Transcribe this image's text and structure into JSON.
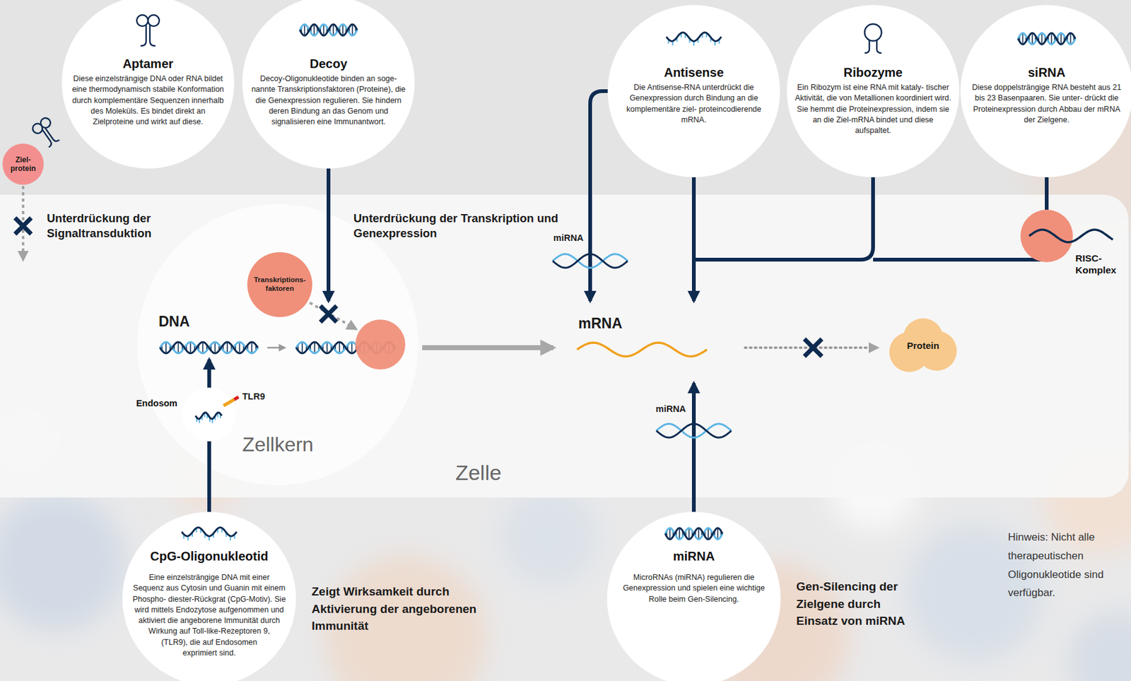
{
  "diagram": {
    "nodes": [
      {
        "text": [
          "Aptamer",
          "Diese einzelsträngige DNA oder RNA bildet eine thermodynamisch stabile Konformation durch komplementäre Sequenzen innerhalb des Moleküls. Es bindet direkt an Zielproteine und wirkt auf diese."
        ]
      },
      {
        "text": [
          "Decoy",
          "Decoy-Oligonukleotide binden an soge- nannte Transkriptionsfaktoren (Proteine), die die Genexpression regulieren. Sie hindern deren Bindung an das Genom und signalisieren eine Immunantwort."
        ]
      },
      {
        "text": [
          "Antisense",
          "Die Antisense-RNA unterdrückt die Genexpression durch Bindung an die komplementäre ziel- proteincodierende mRNA."
        ]
      },
      {
        "text": [
          "Ribozyme",
          "Ein Ribozym ist eine RNA mit kataly- tischer Aktivität, die von Metallionen koordiniert wird. Sie hemmt die Proteinexpression, indem sie an die Ziel-mRNA bindet und diese aufspaltet."
        ]
      },
      {
        "text": [
          "siRNA",
          "Diese doppelsträngige RNA besteht aus 21 bis 23 Basenpaaren. Sie unter- drückt die Proteinexpression durch Abbau der mRNA der Zielgene."
        ]
      },
      {
        "text": [
          "Ziel- protein"
        ]
      },
      {
        "text": [
          "Zelle"
        ]
      },
      {
        "text": [
          "Zellkern"
        ],
        "in": 6
      },
      {
        "text": [
          "Transkriptions- faktoren"
        ],
        "in": 7
      },
      {
        "text": [
          "Endosom"
        ],
        "in": 7
      },
      {
        "text": [
          "Protein"
        ],
        "in": 6
      },
      {
        "text": [
          "RISC- Komplex"
        ],
        "in": 6
      },
      {
        "text": [
          "CpG-Oligonukleotid",
          "Eine einzelsträngige DNA mit einer Sequenz aus Cytosin und Guanin mit einem Phospho- diester-Rückgrat (CpG-Motiv). Sie wird mittels Endozytose aufgenommen und aktiviert die angeborene Immunität durch Wirkung auf Toll-like-Rezeptoren 9, (TLR9), die auf Endosomen exprimiert sind."
        ]
      },
      {
        "text": [
          "miRNA",
          "MicroRNAs (miRNA) regulieren die Genexpression und spielen eine wichtige Rolle beim Gen-Silencing."
        ]
      }
    ],
    "edges": [
      {
        "from": 12,
        "to": 9,
        "arrow": "none"
      },
      {
        "from": 4,
        "to": 11,
        "arrow": "none"
      }
    ],
    "labels": [
      "Unterdrückung der Signaltransduktion",
      "Unterdrückung der Transkription und Genexpression",
      "DNA",
      "miRNA",
      "mRNA",
      "miRNA",
      "TLR9",
      "Zeigt Wirksamkeit durch Aktivierung der angeborenen Immunität",
      "Gen-Silencing der Zielgene durch Einsatz von miRNA",
      "Hinweis: Nicht alle therapeutischen Oligonukleotide sind verfügbar."
    ]
  }
}
